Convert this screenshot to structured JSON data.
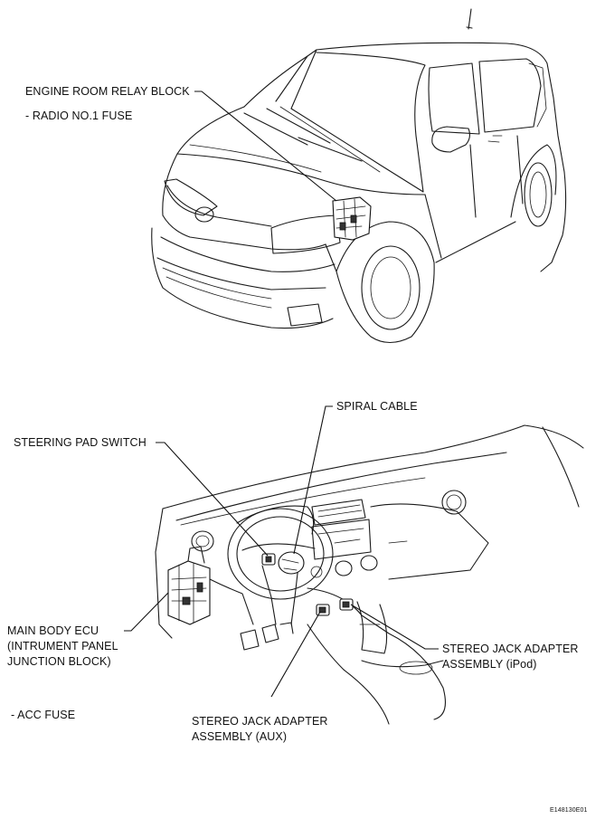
{
  "labels": {
    "engine_room_relay_block": "ENGINE ROOM RELAY BLOCK",
    "radio_no1_fuse": "- RADIO NO.1 FUSE",
    "spiral_cable": "SPIRAL CABLE",
    "steering_pad_switch": "STEERING PAD SWITCH",
    "main_body_ecu_line1": "MAIN BODY ECU",
    "main_body_ecu_line2": "(INTRUMENT PANEL",
    "main_body_ecu_line3": "JUNCTION BLOCK)",
    "acc_fuse": "- ACC FUSE",
    "stereo_jack_aux_line1": "STEREO JACK ADAPTER",
    "stereo_jack_aux_line2": "ASSEMBLY (AUX)",
    "stereo_jack_ipod_line1": "STEREO JACK ADAPTER",
    "stereo_jack_ipod_line2": "ASSEMBLY (iPod)",
    "figure_code": "E148130E01"
  },
  "icons": {
    "car": "car-exterior-illustration",
    "dashboard": "dashboard-interior-illustration"
  }
}
